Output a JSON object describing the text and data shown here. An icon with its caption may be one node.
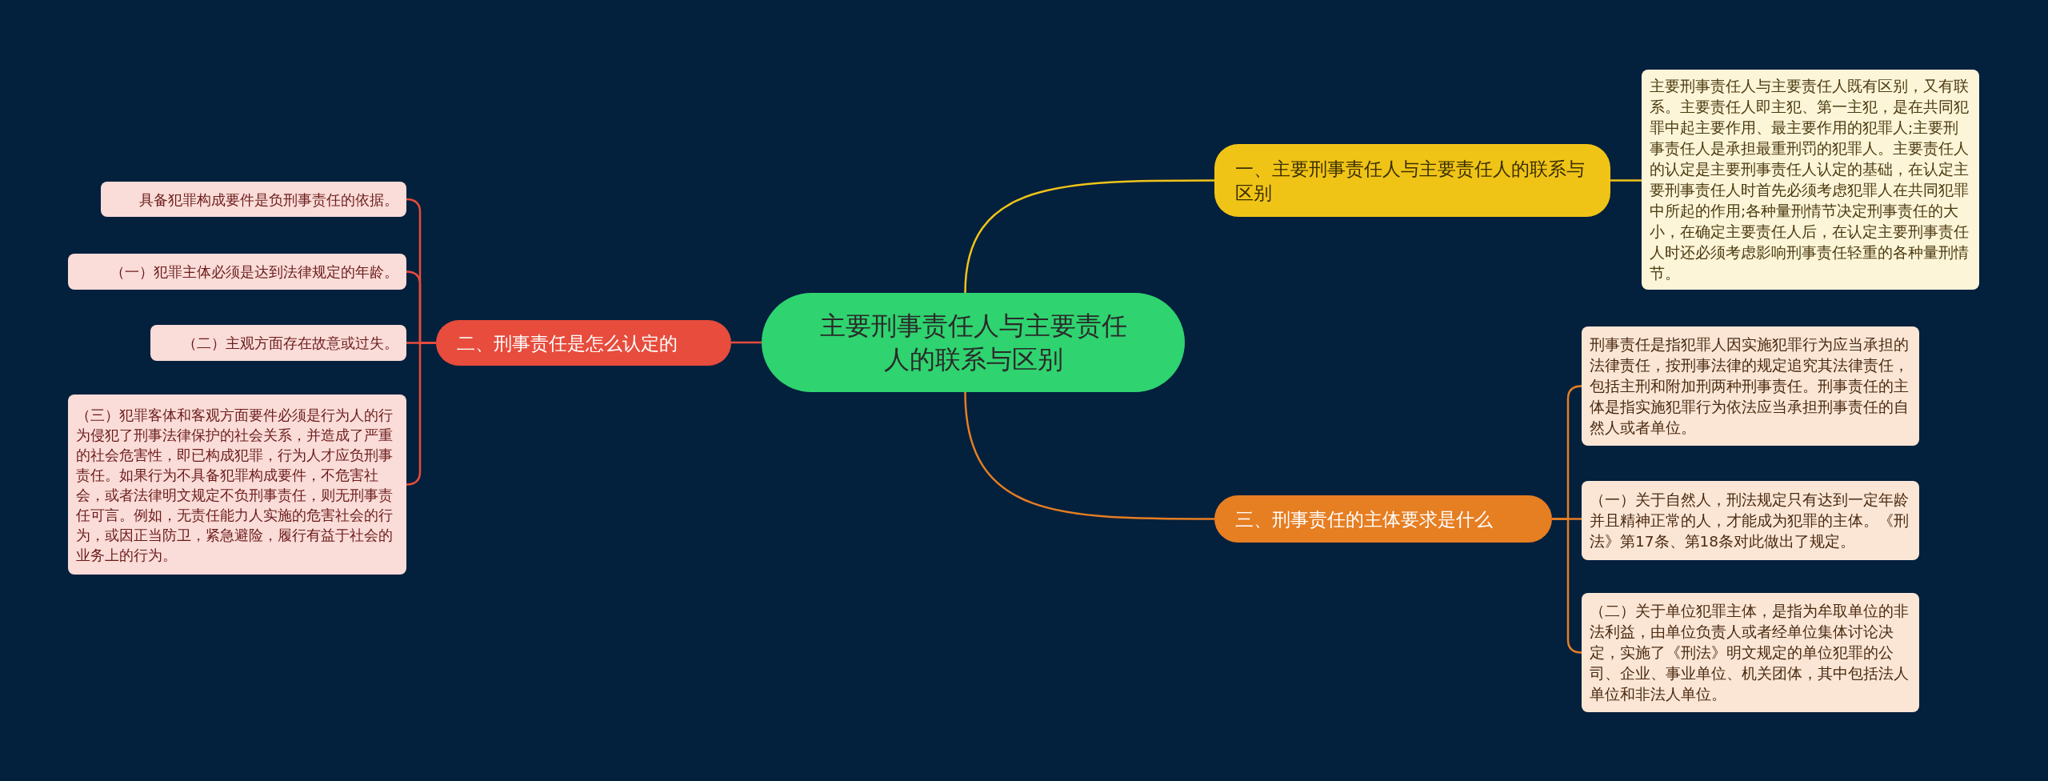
{
  "diagram": {
    "nodes": [
      {
        "text": [
          "主要刑事责任人与主要责任人的联系与区别"
        ]
      },
      {
        "text": [
          "一、主要刑事责任人与主要责任人的联系与区别"
        ]
      },
      {
        "text": [
          "主要刑事责任人与主要责任人既有区别，又有联系。主要责任人即主犯、第一主犯，是在共同犯罪中起主要作用、最主要作用的犯罪人;主要刑事责任人是承担最重刑罚的犯罪人。主要责任人的认定是主要刑事责任人认定的基础，在认定主要刑事责任人时首先必须考虑犯罪人在共同犯罪中所起的作用;各种量刑情节决定刑事责任的大小，在确定主要责任人后，在认定主要刑事责任人时还必须考虑影响刑事责任轻重的各种量刑情节。"
        ]
      },
      {
        "text": [
          "三、刑事责任的主体要求是什么"
        ]
      },
      {
        "text": [
          "刑事责任是指犯罪人因实施犯罪行为应当承担的法律责任，按刑事法律的规定追究其法律责任，包括主刑和附加刑两种刑事责任。刑事责任的主体是指实施犯罪行为依法应当承担刑事责任的自然人或者单位。"
        ]
      },
      {
        "text": [
          "（一）关于自然人，刑法规定只有达到一定年龄并且精神正常的人，才能成为犯罪的主体。《刑法》第17条、第18条对此做出了规定。"
        ]
      },
      {
        "text": [
          "（二）关于单位犯罪主体，是指为牟取单位的非法利益，由单位负责人或者经单位集体讨论决定，实施了《刑法》明文规定的单位犯罪的公司、企业、事业单位、机关团体，其中包括法人单位和非法人单位。"
        ]
      },
      {
        "text": [
          "二、刑事责任是怎么认定的"
        ]
      },
      {
        "text": [
          "具备犯罪构成要件是负刑事责任的依据。"
        ]
      },
      {
        "text": [
          "（一）犯罪主体必须是达到法律规定的年龄。"
        ]
      },
      {
        "text": [
          "（二）主观方面存在故意或过失。"
        ]
      },
      {
        "text": [
          "（三）犯罪客体和客观方面要件必须是行为人的行为侵犯了刑事法律保护的社会关系，并造成了严重的社会危害性，即已构成犯罪，行为人才应负刑事责任。如果行为不具备犯罪构成要件，不危害社会，或者法律明文规定不负刑事责任，则无刑事责任可言。例如，无责任能力人实施的危害社会的行为，或因正当防卫，紧急避险，履行有益于社会的业务上的行为。"
        ]
      }
    ],
    "edges": [
      {
        "from": 0,
        "to": 1,
        "arrow": "none",
        "color": "#f0c417"
      },
      {
        "from": 0,
        "to": 3,
        "arrow": "none",
        "color": "#e67e22"
      },
      {
        "from": 0,
        "to": 7,
        "arrow": "none",
        "color": "#e74c3c"
      },
      {
        "from": 1,
        "to": 2,
        "arrow": "none",
        "color": "#f0c417"
      },
      {
        "from": 3,
        "to": 4,
        "arrow": "none",
        "color": "#e67e22"
      },
      {
        "from": 3,
        "to": 5,
        "arrow": "none",
        "color": "#e67e22"
      },
      {
        "from": 3,
        "to": 6,
        "arrow": "none",
        "color": "#e67e22"
      },
      {
        "from": 7,
        "to": 8,
        "arrow": "none",
        "color": "#e74c3c"
      },
      {
        "from": 7,
        "to": 9,
        "arrow": "none",
        "color": "#e74c3c"
      },
      {
        "from": 7,
        "to": 10,
        "arrow": "none",
        "color": "#e74c3c"
      },
      {
        "from": 7,
        "to": 11,
        "arrow": "none",
        "color": "#e74c3c"
      }
    ]
  }
}
